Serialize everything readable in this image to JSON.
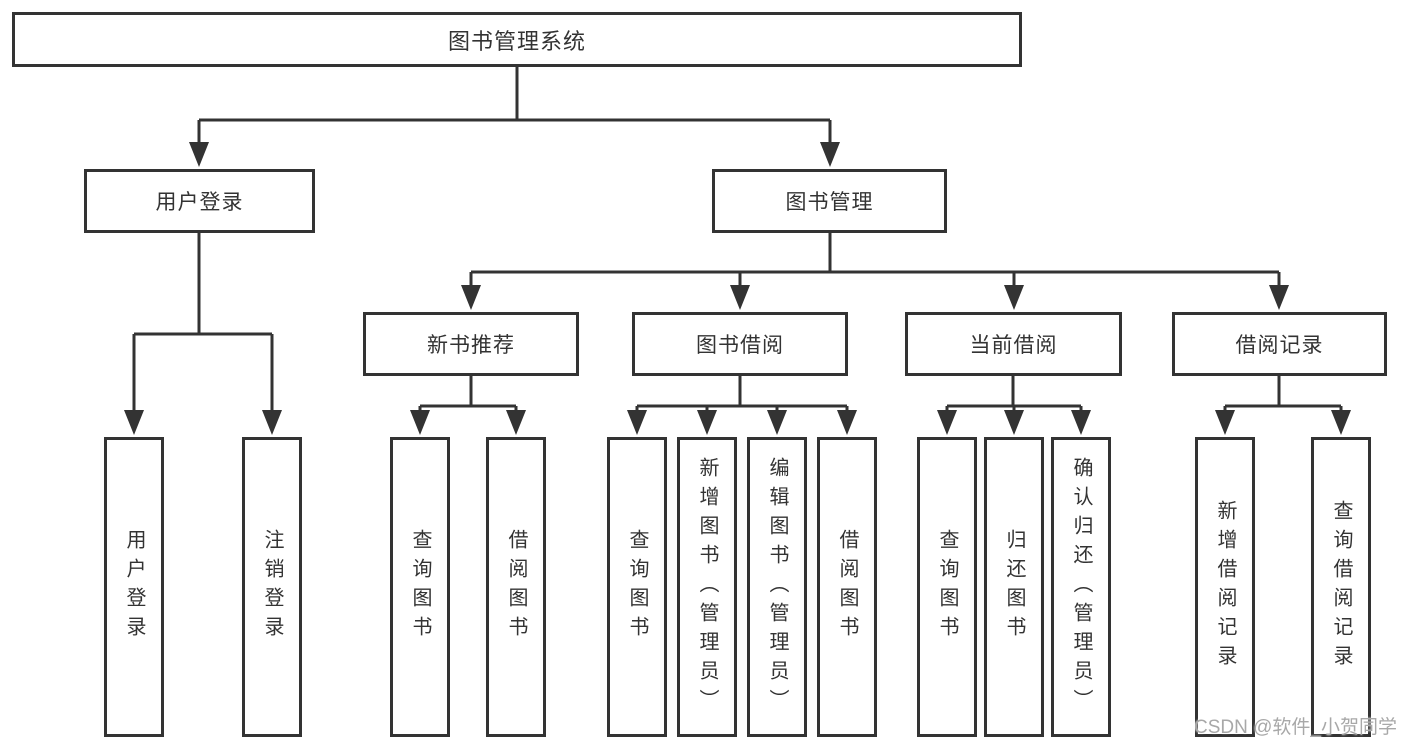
{
  "diagram": {
    "title": "图书管理系统",
    "level2": [
      {
        "label": "用户登录"
      },
      {
        "label": "图书管理"
      }
    ],
    "level3": [
      {
        "label": "新书推荐"
      },
      {
        "label": "图书借阅"
      },
      {
        "label": "当前借阅"
      },
      {
        "label": "借阅记录"
      }
    ],
    "leaves": [
      {
        "label": "用户登录"
      },
      {
        "label": "注销登录"
      },
      {
        "label": "查询图书"
      },
      {
        "label": "借阅图书"
      },
      {
        "label": "查询图书"
      },
      {
        "label": "新增图书（管理员）"
      },
      {
        "label": "编辑图书（管理员）"
      },
      {
        "label": "借阅图书"
      },
      {
        "label": "查询图书"
      },
      {
        "label": "归还图书"
      },
      {
        "label": "确认归还（管理员）"
      },
      {
        "label": "新增借阅记录"
      },
      {
        "label": "查询借阅记录"
      }
    ],
    "watermark": "CSDN @软件_小贺同学",
    "colors": {
      "line": "#333333",
      "text": "#333333",
      "watermark": "#a8a8a8",
      "background": "#ffffff"
    }
  }
}
